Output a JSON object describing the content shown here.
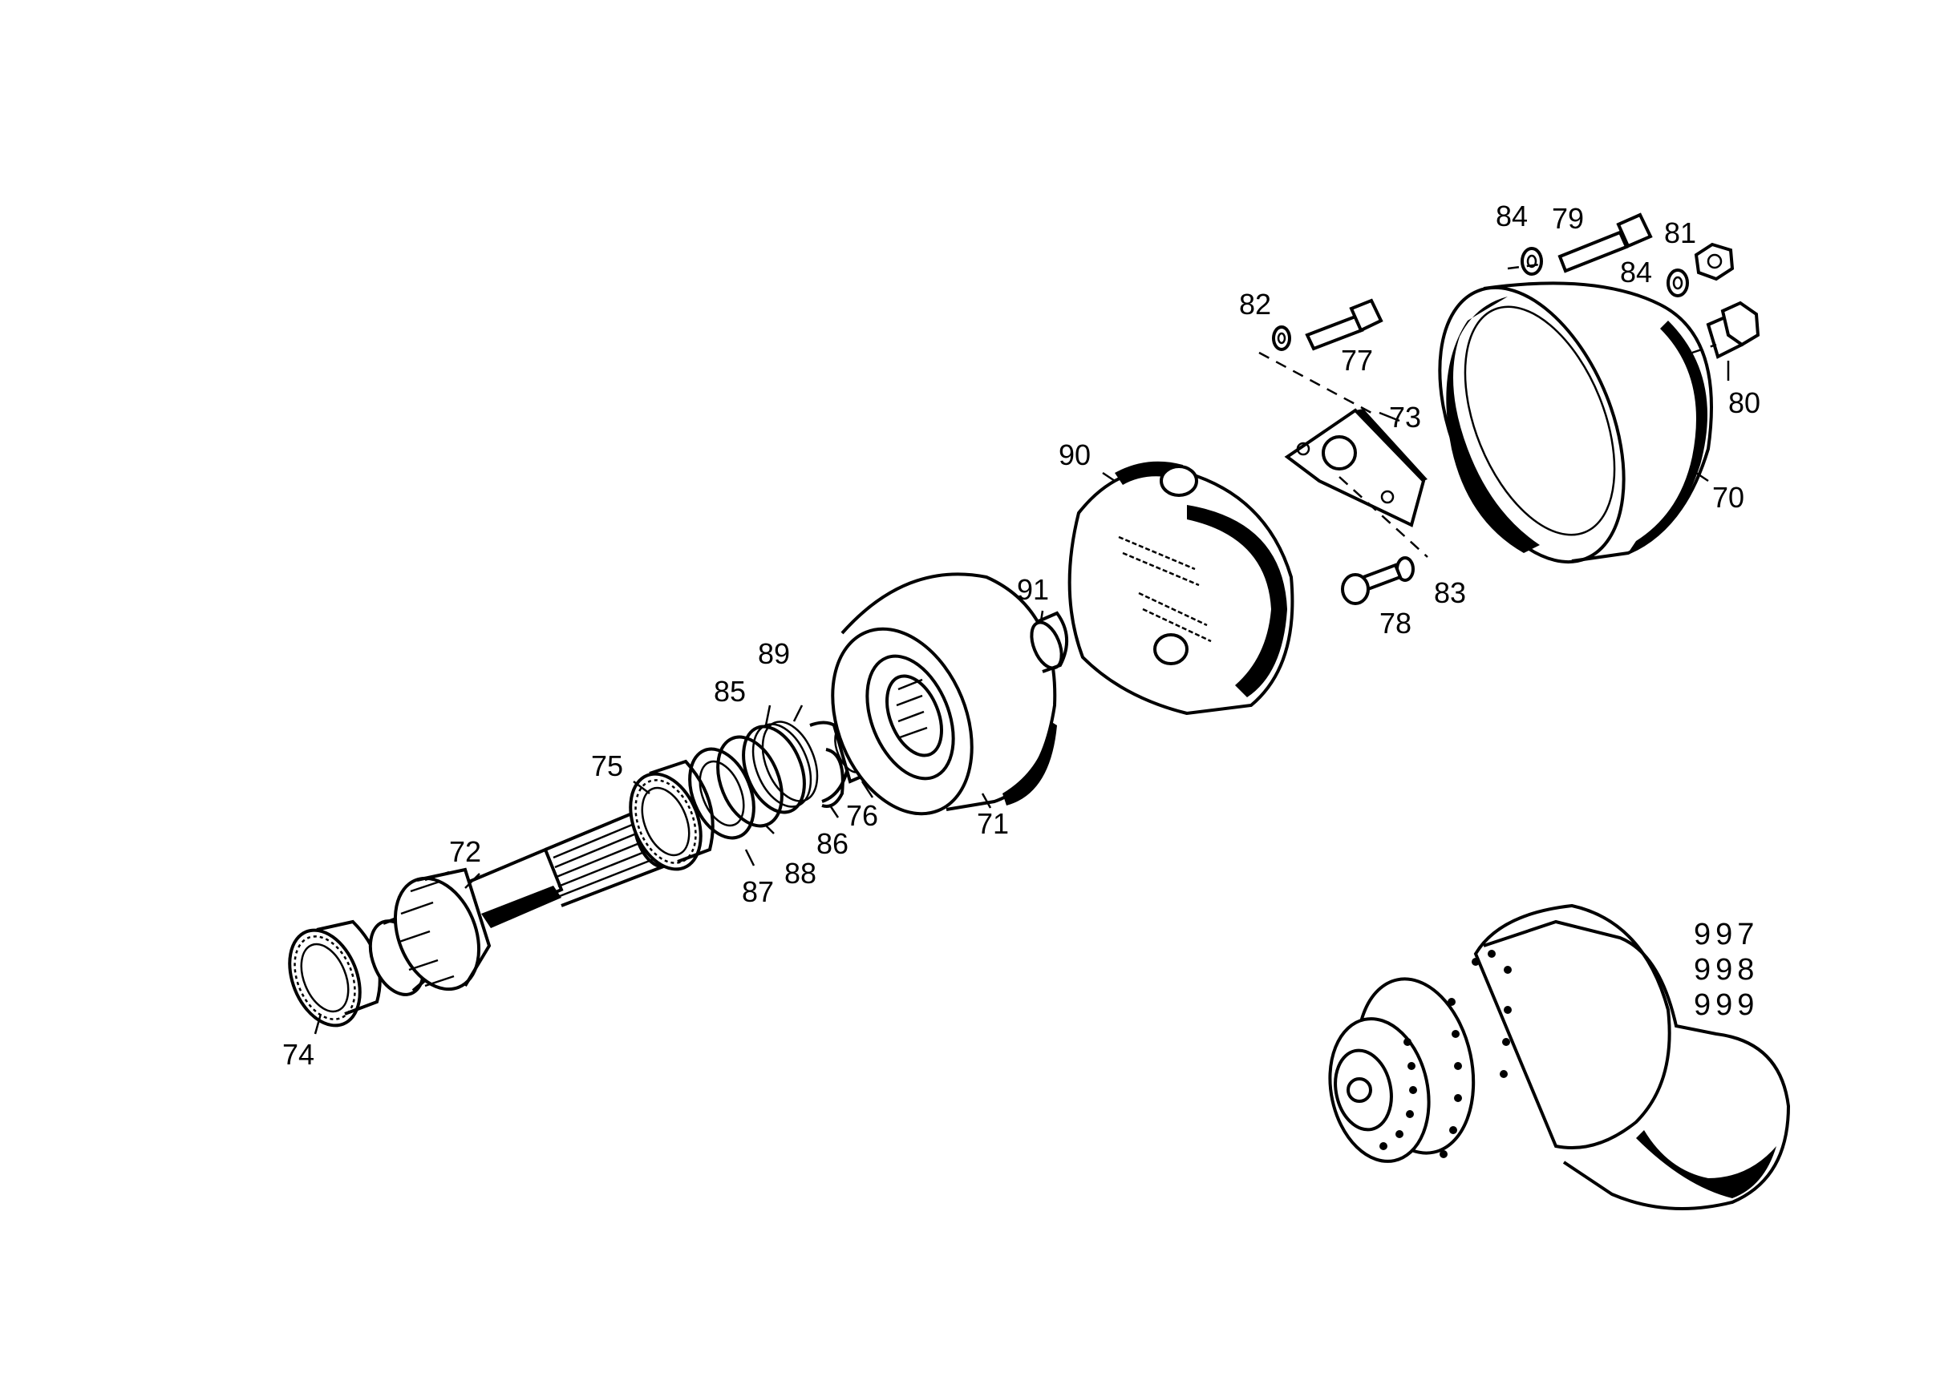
{
  "diagram": {
    "part_labels": {
      "p70": "70",
      "p71": "71",
      "p72": "72",
      "p73": "73",
      "p74": "74",
      "p75": "75",
      "p76": "76",
      "p77": "77",
      "p78": "78",
      "p79": "79",
      "p80": "80",
      "p81": "81",
      "p82": "82",
      "p83": "83",
      "p84a": "84",
      "p84b": "84",
      "p85": "85",
      "p86": "86",
      "p87": "87",
      "p88": "88",
      "p89": "89",
      "p90": "90",
      "p91": "91"
    },
    "assembly_set_labels": [
      "997",
      "998",
      "999"
    ]
  }
}
